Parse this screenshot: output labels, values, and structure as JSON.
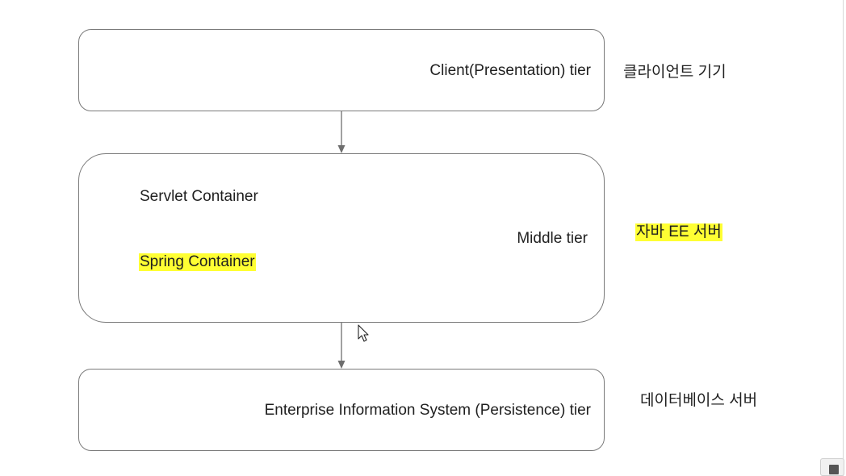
{
  "tiers": {
    "client": {
      "label": "Client(Presentation) tier",
      "note": "클라이언트 기기"
    },
    "middle": {
      "label": "Middle tier",
      "note": "자바 EE 서버",
      "containers": [
        "Servlet Container",
        "Spring Container"
      ]
    },
    "eis": {
      "label": "Enterprise Information System (Persistence) tier",
      "note": "데이터베이스 서버"
    }
  },
  "colors": {
    "highlight": "#ffff33",
    "border": "#7a7a7a",
    "arrow": "#6e6e6e",
    "text": "#1f1f1f"
  },
  "icons": {
    "cursor": "mouse-pointer-icon",
    "corner": "scroll-to-top-icon"
  }
}
